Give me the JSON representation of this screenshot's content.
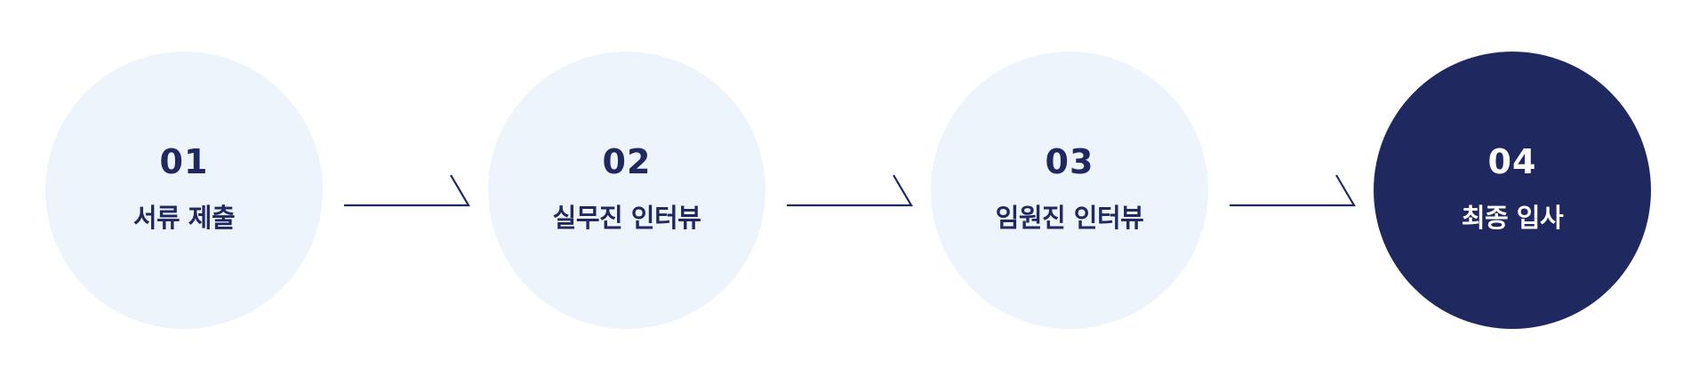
{
  "colors": {
    "navy": "#1f2960",
    "light_circle": "#edf4fb",
    "background": "#ffffff",
    "active_text": "#ffffff"
  },
  "steps": [
    {
      "number": "01",
      "label": "서류 제출",
      "active": false
    },
    {
      "number": "02",
      "label": "실무진 인터뷰",
      "active": false
    },
    {
      "number": "03",
      "label": "임원진 인터뷰",
      "active": false
    },
    {
      "number": "04",
      "label": "최종 입사",
      "active": true
    }
  ],
  "connector_icon": "half-arrow-right-icon"
}
